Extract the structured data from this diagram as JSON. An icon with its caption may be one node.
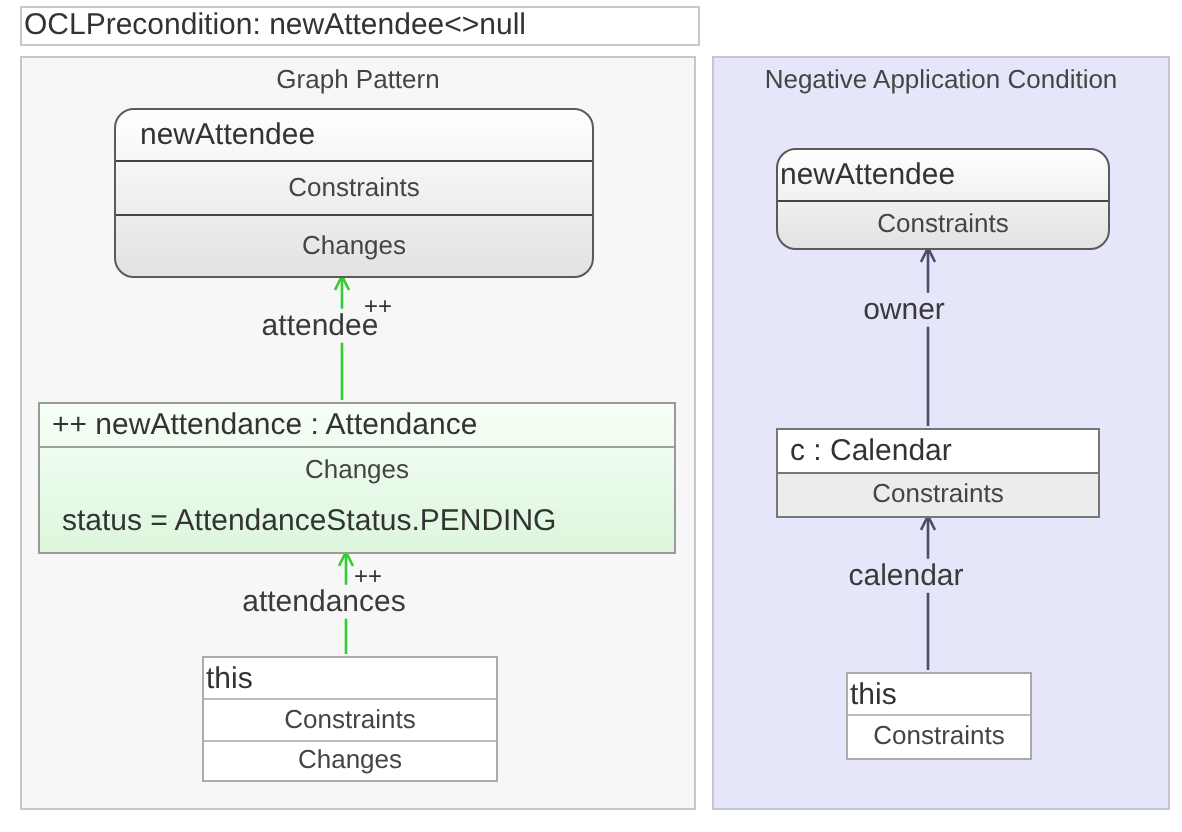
{
  "diagram": {
    "nodes": [
      {
        "text": [
          "OCLPrecondition: newAttendee<>null"
        ]
      },
      {
        "text": [
          "Graph Pattern"
        ]
      },
      {
        "text": [
          "newAttendee",
          "Constraints",
          "Changes"
        ],
        "in": 1
      },
      {
        "text": [
          "++ newAttendance : Attendance",
          "Changes",
          "status = AttendanceStatus.PENDING"
        ],
        "in": 1
      },
      {
        "text": [
          "this",
          "Constraints",
          "Changes"
        ],
        "in": 1
      },
      {
        "text": [
          "Negative Application Condition"
        ]
      },
      {
        "text": [
          "newAttendee",
          "Constraints"
        ],
        "in": 5
      },
      {
        "text": [
          "c : Calendar",
          "Constraints"
        ],
        "in": 5
      },
      {
        "text": [
          "this",
          "Constraints"
        ],
        "in": 5
      }
    ],
    "edges": [
      {
        "from": 3,
        "to": 2,
        "arrow": "to",
        "label": "attendee",
        "color": "#33cc33"
      },
      {
        "from": 4,
        "to": 3,
        "arrow": "to",
        "label": "attendances",
        "color": "#33cc33"
      },
      {
        "from": 7,
        "to": 6,
        "arrow": "to",
        "label": "owner",
        "color": "#4b4b6b"
      },
      {
        "from": 8,
        "to": 7,
        "arrow": "to",
        "label": "calendar",
        "color": "#4b4b6b"
      }
    ],
    "labels": [
      "++",
      "++"
    ]
  }
}
